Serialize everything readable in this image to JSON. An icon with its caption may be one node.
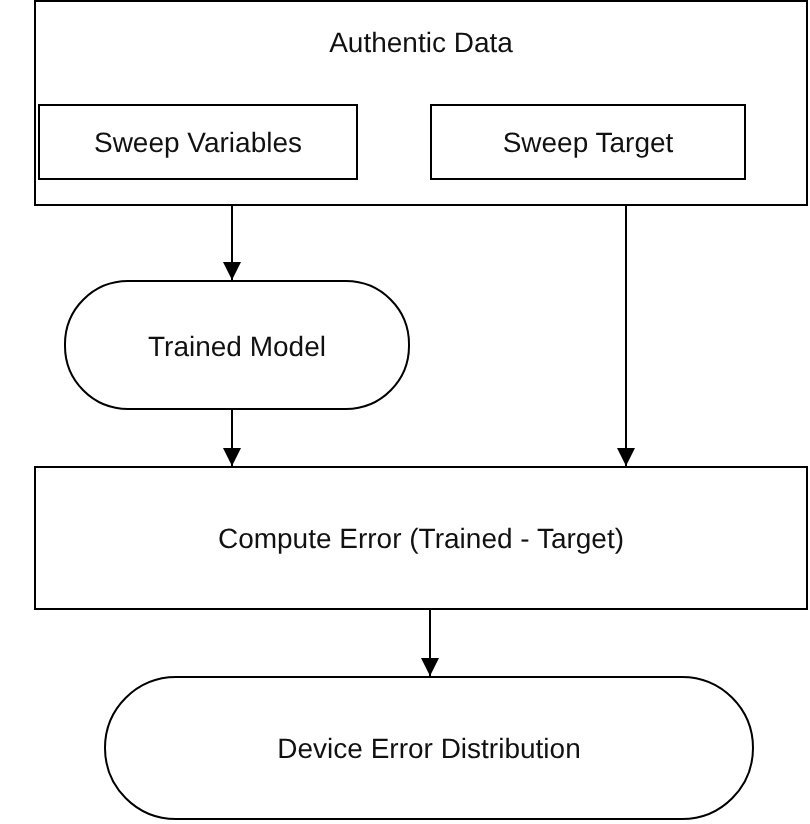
{
  "diagram": {
    "nodes": [
      {
        "text": [
          "Authentic Data"
        ]
      },
      {
        "text": [
          "Sweep Variables"
        ],
        "in": 0
      },
      {
        "text": [
          "Sweep Target"
        ],
        "in": 0
      },
      {
        "text": [
          "Trained Model"
        ]
      },
      {
        "text": [
          "Compute Error (Trained - Target)"
        ]
      },
      {
        "text": [
          "Device Error Distribution"
        ]
      }
    ],
    "edges": [
      {
        "from": 1,
        "to": 3,
        "arrow": "to"
      },
      {
        "from": 3,
        "to": 4,
        "arrow": "to"
      },
      {
        "from": 2,
        "to": 4,
        "arrow": "to"
      },
      {
        "from": 4,
        "to": 5,
        "arrow": "to"
      }
    ]
  }
}
